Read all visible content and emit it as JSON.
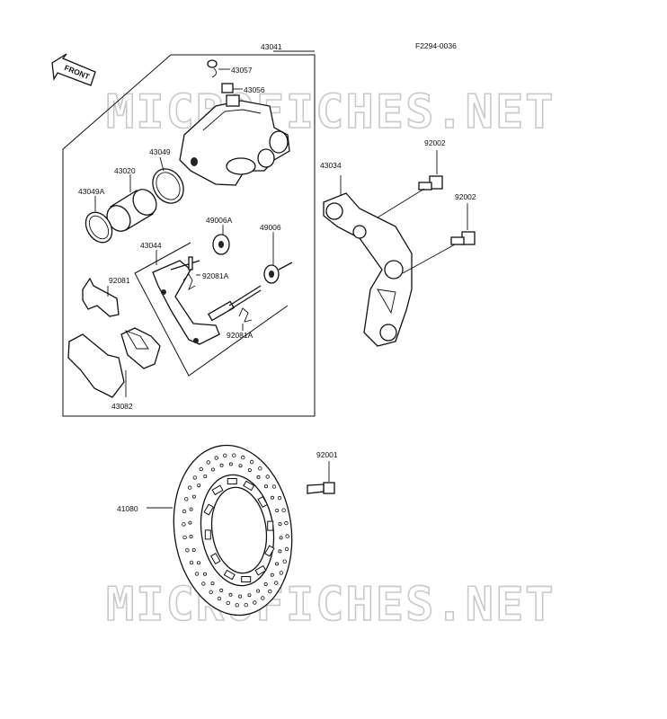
{
  "drawing_code": "F2294-0036",
  "front_arrow": "FRONT",
  "watermark": "MICROFICHES.NET",
  "parts": {
    "p43041": "43041",
    "p43057": "43057",
    "p43056": "43056",
    "p43049": "43049",
    "p43020": "43020",
    "p43049A": "43049A",
    "p49006A": "49006A",
    "p43044": "43044",
    "p49006": "49006",
    "p92081": "92081",
    "p92081A_1": "92081A",
    "p92081A_2": "92081A",
    "p43082": "43082",
    "p43034": "43034",
    "p92002_1": "92002",
    "p92002_2": "92002",
    "p92001": "92001",
    "p41080": "41080"
  }
}
